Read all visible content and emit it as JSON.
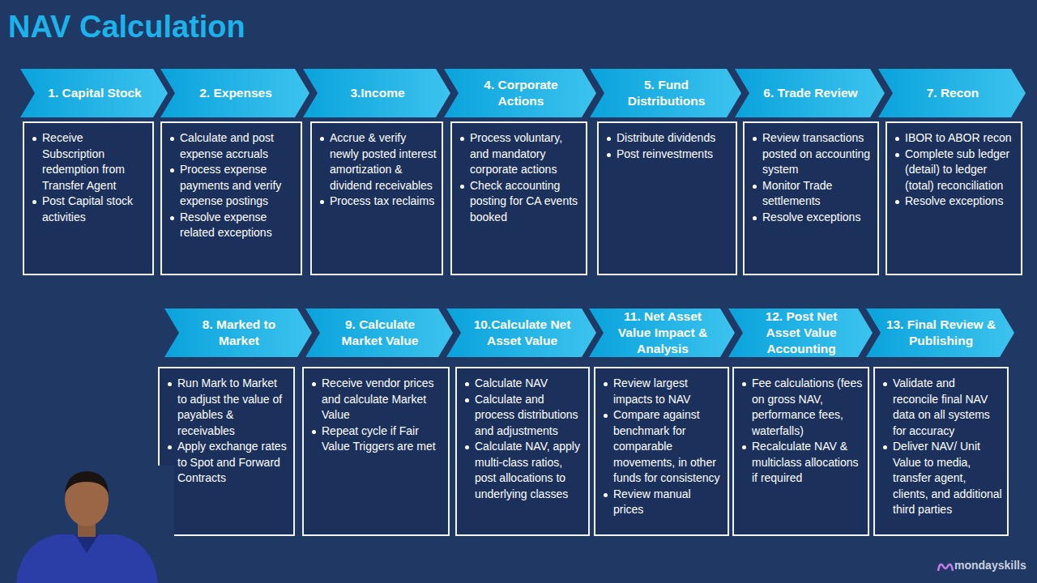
{
  "diagram": {
    "title": "NAV Calculation",
    "nodes": [
      {
        "text": [
          "1. Capital Stock"
        ]
      },
      {
        "text": [
          "Receive Subscription redemption from Transfer Agent",
          "Post Capital stock activities"
        ]
      },
      {
        "text": [
          "2. Expenses"
        ]
      },
      {
        "text": [
          "Calculate and post expense accruals",
          "Process expense payments and verify expense postings",
          "Resolve expense related exceptions"
        ]
      },
      {
        "text": [
          "3.Income"
        ]
      },
      {
        "text": [
          "Accrue & verify newly posted interest amortization & dividend receivables",
          "Process tax reclaims"
        ]
      },
      {
        "text": [
          "4. Corporate Actions"
        ]
      },
      {
        "text": [
          "Process voluntary, and mandatory corporate actions",
          "Check accounting posting for CA events booked"
        ]
      },
      {
        "text": [
          "5. Fund Distributions"
        ]
      },
      {
        "text": [
          "Distribute dividends",
          "Post reinvestments"
        ]
      },
      {
        "text": [
          "6. Trade Review"
        ]
      },
      {
        "text": [
          "Review transactions posted on accounting system",
          "Monitor Trade settlements",
          "Resolve exceptions"
        ]
      },
      {
        "text": [
          "7. Recon"
        ]
      },
      {
        "text": [
          "IBOR to ABOR recon",
          "Complete sub ledger (detail) to ledger (total) reconciliation",
          "Resolve exceptions"
        ]
      },
      {
        "text": [
          "8. Marked to Market"
        ]
      },
      {
        "text": [
          "Run Mark to Market to adjust the value of payables & receivables",
          "Apply exchange rates to Spot and Forward Contracts"
        ]
      },
      {
        "text": [
          "9. Calculate Market Value"
        ]
      },
      {
        "text": [
          "Receive vendor prices and calculate Market Value",
          "Repeat cycle if Fair Value Triggers are met"
        ]
      },
      {
        "text": [
          "10.Calculate Net Asset Value"
        ]
      },
      {
        "text": [
          "Calculate NAV",
          "Calculate and process distributions and adjustments",
          "Calculate NAV, apply multi-class ratios, post allocations to underlying classes"
        ]
      },
      {
        "text": [
          "11. Net Asset Value Impact & Analysis"
        ]
      },
      {
        "text": [
          "Review largest impacts to NAV",
          "Compare against benchmark for comparable movements, in other funds for consistency",
          "Review manual prices"
        ]
      },
      {
        "text": [
          "12. Post Net Asset Value Accounting"
        ]
      },
      {
        "text": [
          "Fee calculations (fees on gross NAV, performance fees, waterfalls)",
          "Recalculate NAV & multiclass allocations if required"
        ]
      },
      {
        "text": [
          "13. Final Review & Publishing"
        ]
      },
      {
        "text": [
          "Validate and reconcile final NAV data on all systems for accuracy",
          "Deliver NAV/ Unit Value to media, transfer agent, clients, and additional third parties"
        ]
      }
    ],
    "labels": [
      "mondayskills"
    ]
  }
}
